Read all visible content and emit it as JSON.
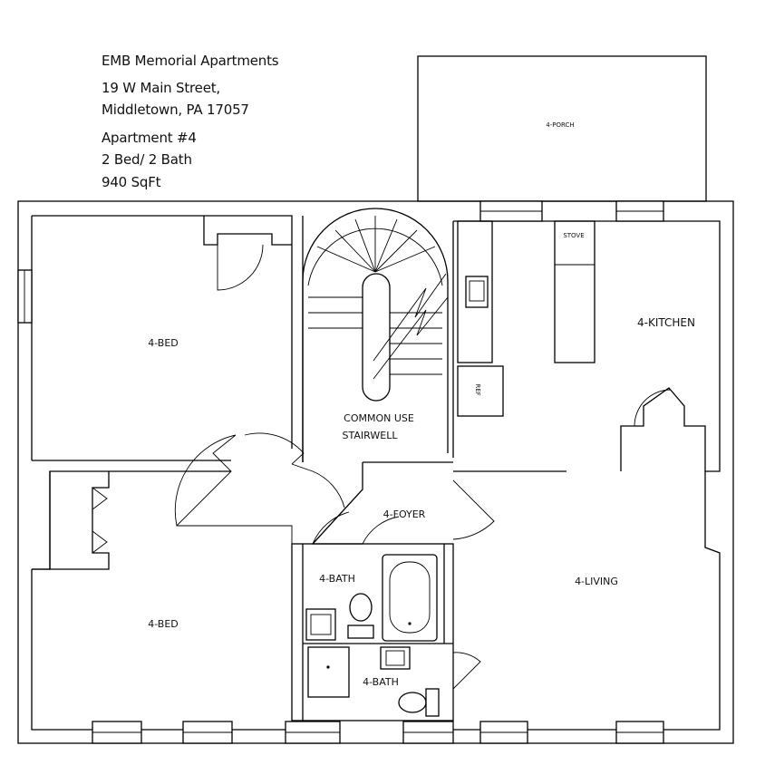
{
  "header": {
    "line1": "EMB Memorial Apartments",
    "line2": "19 W Main Street,",
    "line3": "Middletown, PA 17057",
    "line4": "Apartment #4",
    "line5": "2 Bed/ 2 Bath",
    "line6": "940 SqFt"
  },
  "rooms": {
    "porch": "4-PORCH",
    "bed_upper": "4-BED",
    "bed_lower": "4-BED",
    "kitchen": "4-KITCHEN",
    "stove": "STOVE",
    "ref": "REF",
    "stair_1": "COMMON USE",
    "stair_2": "STAIRWELL",
    "foyer": "4-FOYER",
    "bath_1": "4-BATH",
    "bath_2": "4-BATH",
    "living": "4-LIVING"
  }
}
